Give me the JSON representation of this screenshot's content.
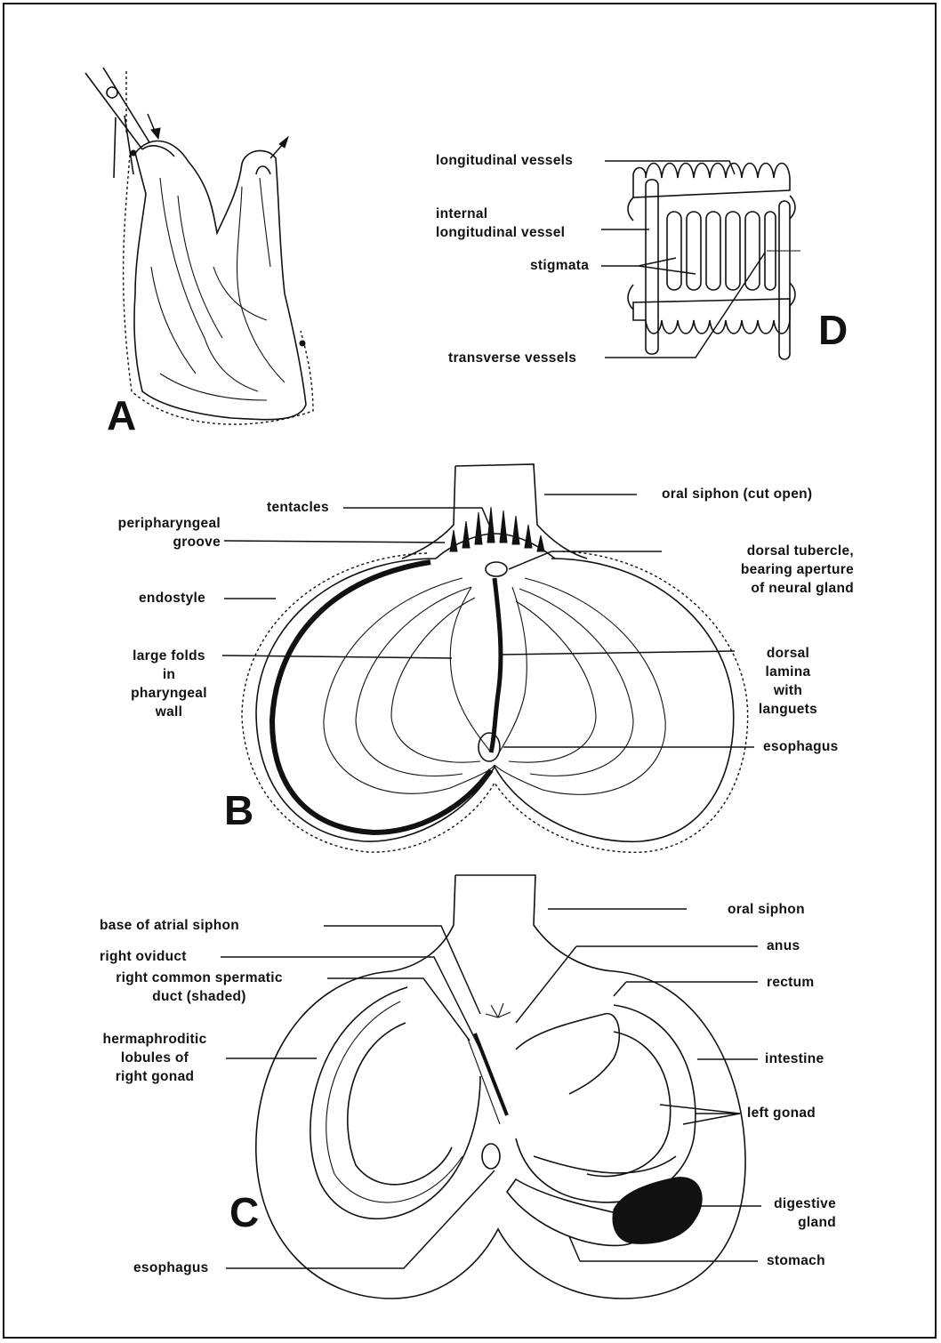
{
  "panels": {
    "A": {
      "letter": "A"
    },
    "B": {
      "letter": "B",
      "labels": {
        "tentacles": "tentacles",
        "oral_siphon": "oral siphon (cut open)",
        "peripharyngeal_groove": "peripharyngeal\ngroove",
        "dorsal_tubercle": "dorsal tubercle,\nbearing aperture\nof neural gland",
        "endostyle": "endostyle",
        "large_folds": "large folds\nin\npharyngeal\nwall",
        "dorsal_lamina": "dorsal\nlamina\nwith\nlanguets",
        "esophagus": "esophagus"
      }
    },
    "C": {
      "letter": "C",
      "labels": {
        "oral_siphon": "oral siphon",
        "base_atrial_siphon": "base of atrial siphon",
        "anus": "anus",
        "right_oviduct": "right oviduct",
        "right_common_spermatic_duct": "right common spermatic\nduct (shaded)",
        "rectum": "rectum",
        "hermaphroditic_lobules": "hermaphroditic\nlobules of\nright gonad",
        "intestine": "intestine",
        "left_gonad": "left gonad",
        "digestive_gland": "digestive\ngland",
        "esophagus": "esophagus",
        "stomach": "stomach"
      }
    },
    "D": {
      "letter": "D",
      "labels": {
        "longitudinal_vessels": "longitudinal vessels",
        "internal_longitudinal_vessel": "internal\nlongitudinal vessel",
        "stigmata": "stigmata",
        "transverse_vessels": "transverse vessels"
      }
    }
  }
}
